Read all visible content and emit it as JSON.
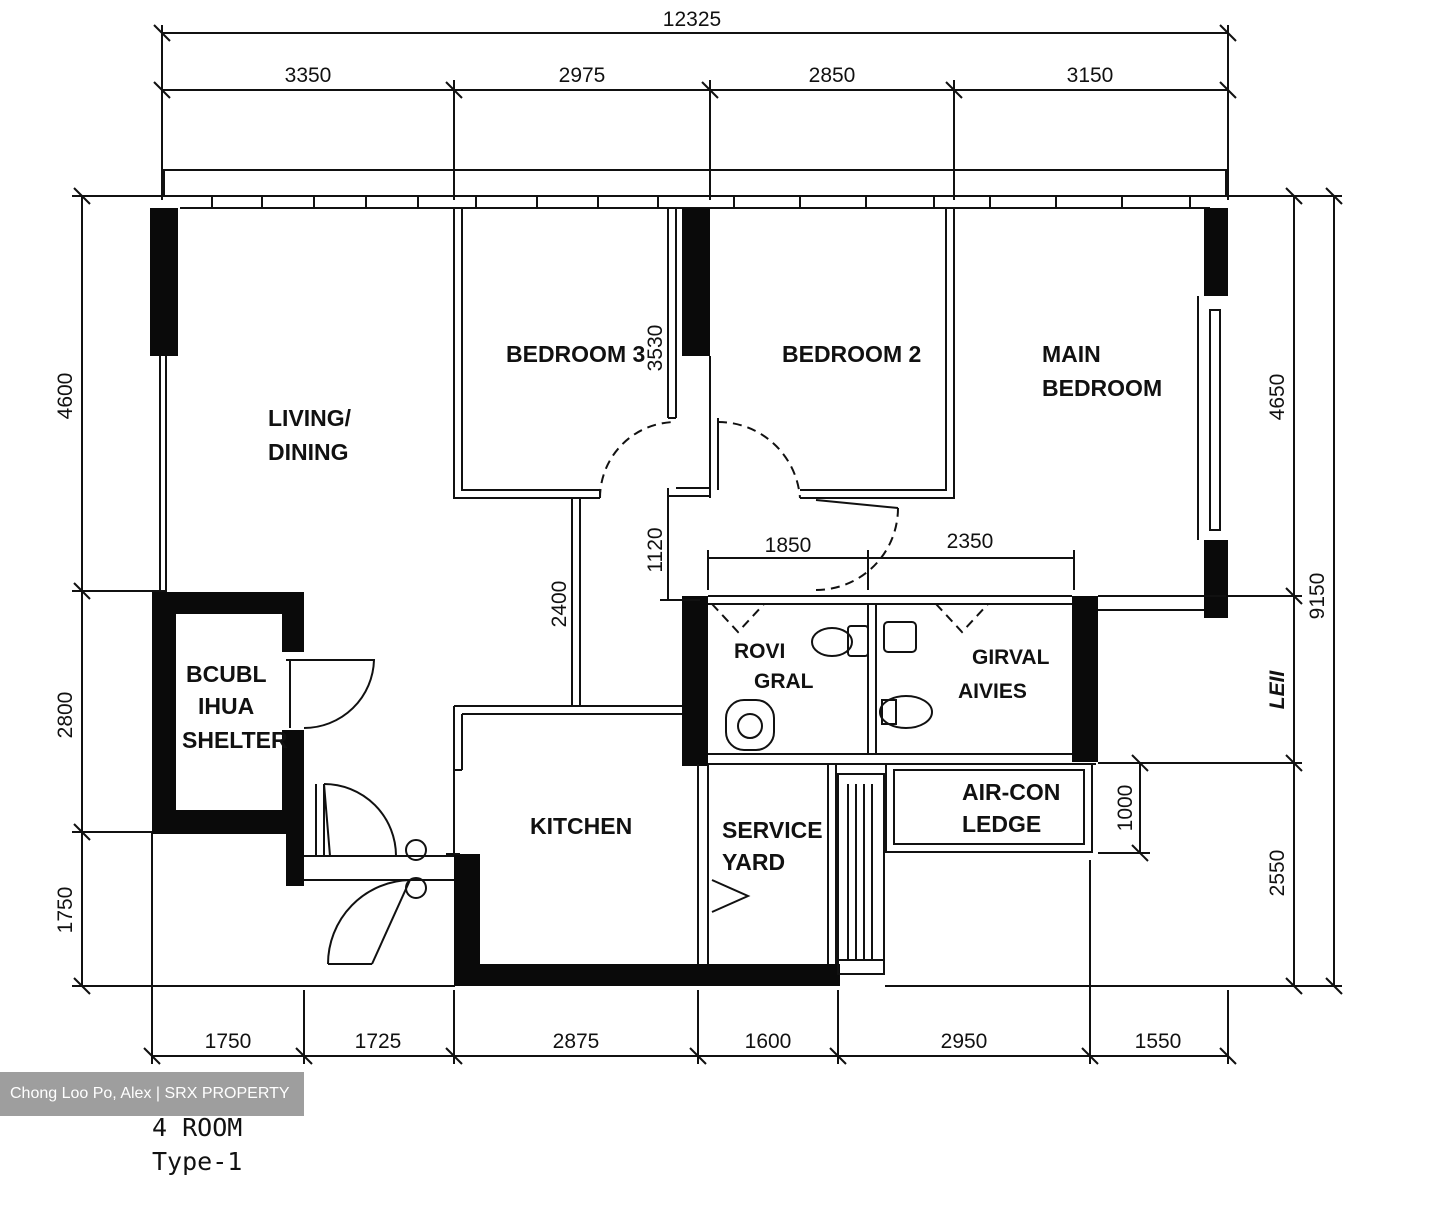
{
  "dimensions": {
    "top_total": "12325",
    "top": [
      "3350",
      "2975",
      "2850",
      "3150"
    ],
    "bottom": [
      "1750",
      "1725",
      "2875",
      "1600",
      "2950",
      "1550"
    ],
    "left": [
      "4600",
      "2800",
      "1750"
    ],
    "right_inner": [
      "4650",
      "2550"
    ],
    "right_total": "9150",
    "bedroom3_depth": "3530",
    "corridor": "1120",
    "living_inner": "2400",
    "bath1_width": "1850",
    "bath2_width": "2350",
    "aircon_depth": "1000"
  },
  "rooms": {
    "living_line1": "LIVING/",
    "living_line2": "DINING",
    "bedroom3": "BEDROOM 3",
    "bedroom2": "BEDROOM 2",
    "main_line1": "MAIN",
    "main_line2": "BEDROOM",
    "shelter_line1": "BCUBL",
    "shelter_line2": "IHUA",
    "shelter_line3": "SHELTER",
    "bath1_line1": "ROVI",
    "bath1_line2": "GRAL",
    "bath2_line1": "GIRVAL",
    "bath2_line2": "AIVIES",
    "kitchen": "KITCHEN",
    "service_line1": "SERVICE",
    "service_line2": "YARD",
    "aircon_line1": "AIR-CON",
    "aircon_line2": "LEDGE",
    "side_label": "LEII"
  },
  "caption": {
    "line1": "4 ROOM",
    "line2": "Type-1"
  },
  "watermark": "Chong Loo Po, Alex | SRX PROPERTY"
}
